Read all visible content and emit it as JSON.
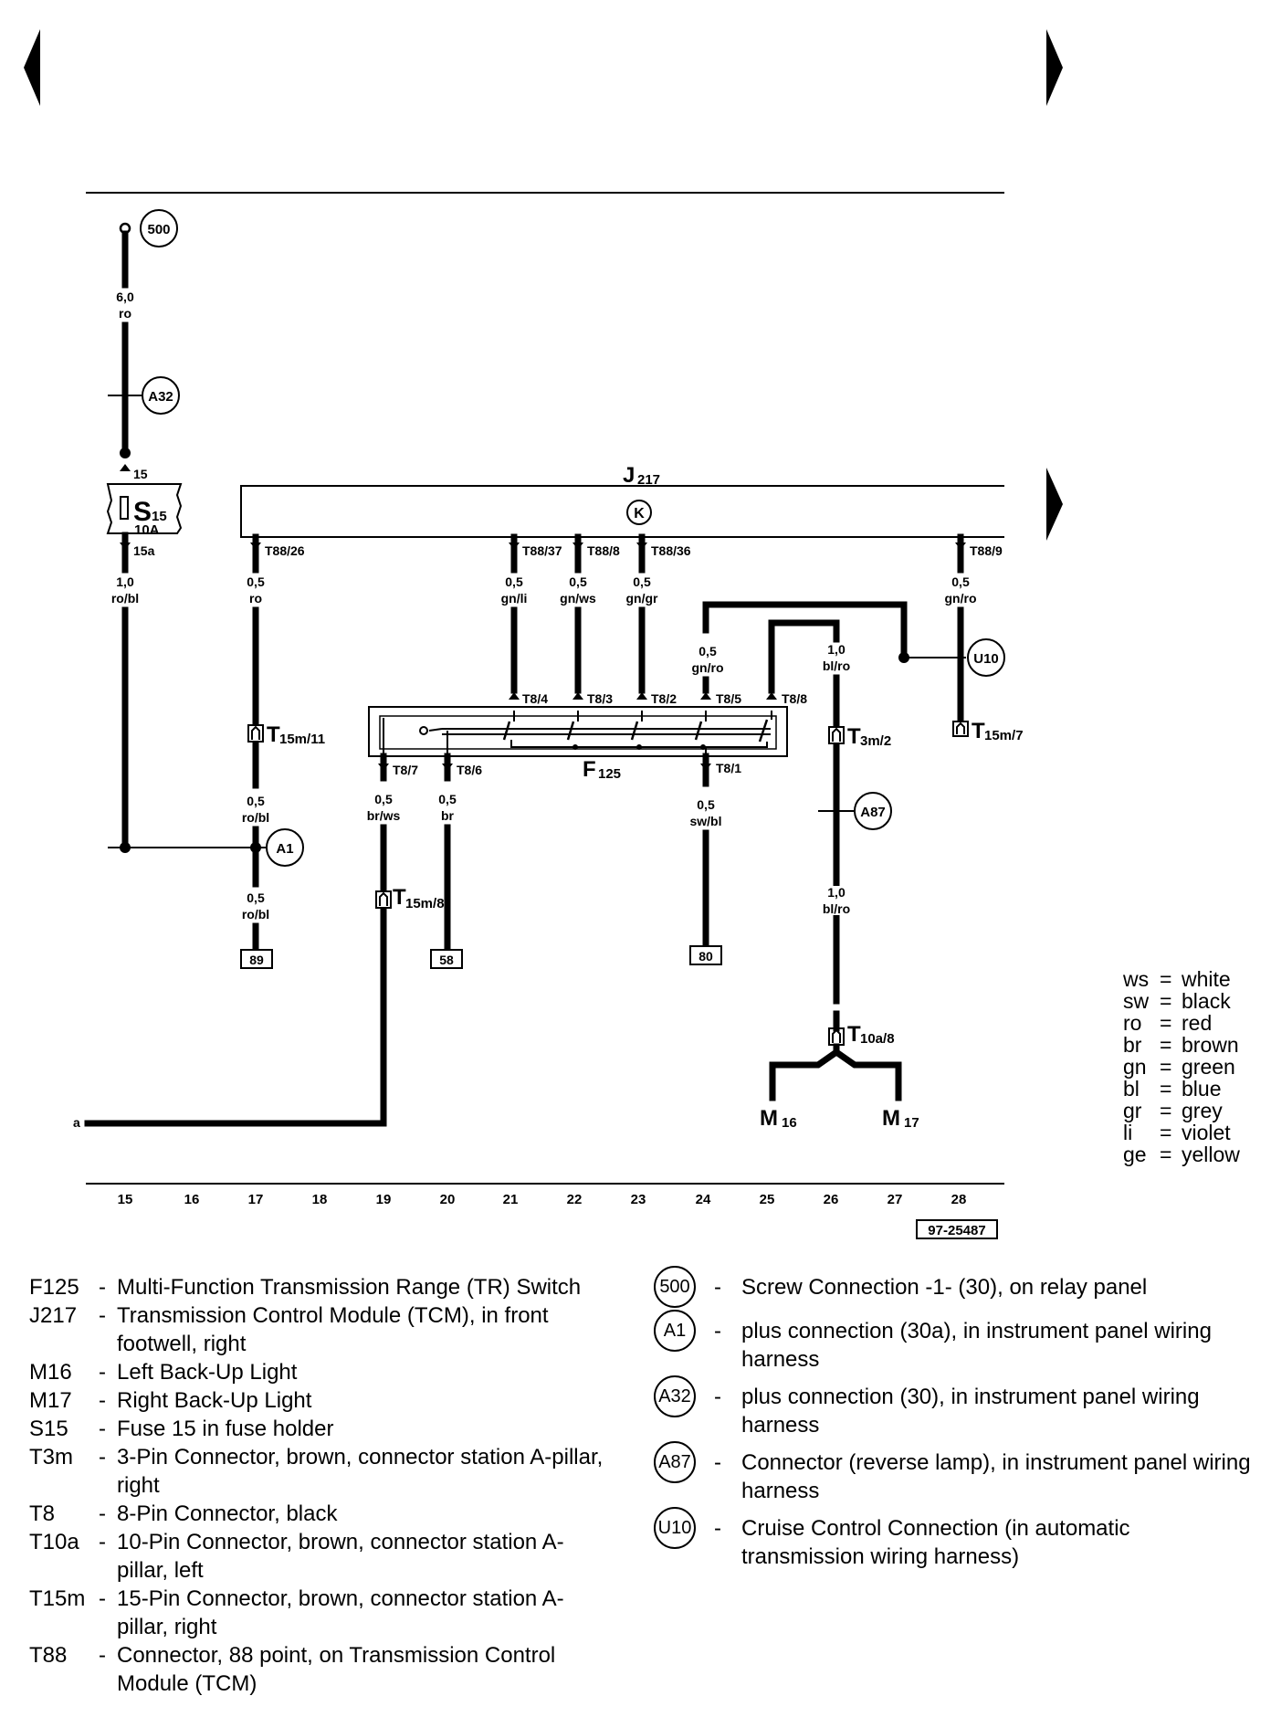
{
  "diagram": {
    "reference_id": "97-25487",
    "wire_end_label": "a",
    "components": {
      "j217_label": "J",
      "j217_sub": "217",
      "j217_symbol": "K",
      "f125_label": "F",
      "f125_sub": "125",
      "s15_label": "S",
      "s15_sub": "15",
      "s15_rating": "10A",
      "s15_pin_in": "15",
      "s15_pin_out": "15a",
      "m16_label": "M",
      "m16_sub": "16",
      "m17_label": "M",
      "m17_sub": "17"
    },
    "connection_points": {
      "p500": "500",
      "a32": "A32",
      "a1": "A1",
      "a87": "A87",
      "u10": "U10"
    },
    "connectors": {
      "t15m11": {
        "main": "T",
        "sub": "15m/11"
      },
      "t15m8": {
        "main": "T",
        "sub": "15m/8"
      },
      "t15m7": {
        "main": "T",
        "sub": "15m/7"
      },
      "t3m2": {
        "main": "T",
        "sub": "3m/2"
      },
      "t10a8": {
        "main": "T",
        "sub": "10a/8"
      }
    },
    "pins": {
      "t88_26": "T88/26",
      "t88_37": "T88/37",
      "t88_8": "T88/8",
      "t88_36": "T88/36",
      "t88_9": "T88/9",
      "t8_4": "T8/4",
      "t8_3": "T8/3",
      "t8_2": "T8/2",
      "t8_5": "T8/5",
      "t8_8": "T8/8",
      "t8_7": "T8/7",
      "t8_6": "T8/6",
      "t8_1": "T8/1"
    },
    "wires": {
      "w500": {
        "size": "6,0",
        "color": "ro"
      },
      "ws15": {
        "size": "1,0",
        "color": "ro/bl"
      },
      "w17a": {
        "size": "0,5",
        "color": "ro"
      },
      "w17b": {
        "size": "0,5",
        "color": "ro/bl"
      },
      "w17c": {
        "size": "0,5",
        "color": "ro/bl"
      },
      "w21": {
        "size": "0,5",
        "color": "gn/li"
      },
      "w22": {
        "size": "0,5",
        "color": "gn/ws"
      },
      "w23": {
        "size": "0,5",
        "color": "gn/gr"
      },
      "w24a": {
        "size": "0,5",
        "color": "gn/ro"
      },
      "w26a": {
        "size": "1,0",
        "color": "bl/ro"
      },
      "w28": {
        "size": "0,5",
        "color": "gn/ro"
      },
      "w19": {
        "size": "0,5",
        "color": "br/ws"
      },
      "w20": {
        "size": "0,5",
        "color": "br"
      },
      "w24b": {
        "size": "0,5",
        "color": "sw/bl"
      },
      "w26b": {
        "size": "1,0",
        "color": "bl/ro"
      }
    },
    "ground_refs": {
      "g89": "89",
      "g58": "58",
      "g80": "80"
    },
    "column_numbers": [
      "15",
      "16",
      "17",
      "18",
      "19",
      "20",
      "21",
      "22",
      "23",
      "24",
      "25",
      "26",
      "27",
      "28"
    ]
  },
  "color_key": [
    {
      "abbr": "ws",
      "name": "white"
    },
    {
      "abbr": "sw",
      "name": "black"
    },
    {
      "abbr": "ro",
      "name": "red"
    },
    {
      "abbr": "br",
      "name": "brown"
    },
    {
      "abbr": "gn",
      "name": "green"
    },
    {
      "abbr": "bl",
      "name": "blue"
    },
    {
      "abbr": "gr",
      "name": "grey"
    },
    {
      "abbr": "li",
      "name": "violet"
    },
    {
      "abbr": "ge",
      "name": "yellow"
    }
  ],
  "legend_left": [
    {
      "code": "F125",
      "desc": "Multi-Function Transmission Range (TR) Switch"
    },
    {
      "code": "J217",
      "desc": "Transmission Control Module (TCM), in front footwell, right"
    },
    {
      "code": "M16",
      "desc": "Left Back-Up Light"
    },
    {
      "code": "M17",
      "desc": "Right Back-Up Light"
    },
    {
      "code": "S15",
      "desc": "Fuse 15 in fuse holder"
    },
    {
      "code": "T3m",
      "desc": "3-Pin Connector, brown, connector station A-pillar, right"
    },
    {
      "code": "T8",
      "desc": "8-Pin Connector, black"
    },
    {
      "code": "T10a",
      "desc": "10-Pin Connector, brown, connector station A-pillar, left"
    },
    {
      "code": "T15m",
      "desc": "15-Pin Connector, brown, connector station A-pillar, right"
    },
    {
      "code": "T88",
      "desc": "Connector, 88 point, on Transmission Control Module (TCM)"
    }
  ],
  "legend_right": [
    {
      "code": "500",
      "desc": "Screw Connection -1- (30), on relay panel"
    },
    {
      "code": "A1",
      "desc": "plus connection (30a), in instrument panel wiring harness"
    },
    {
      "code": "A32",
      "desc": "plus connection (30), in instrument panel wiring harness"
    },
    {
      "code": "A87",
      "desc": "Connector (reverse lamp), in instrument panel wiring harness"
    },
    {
      "code": "U10",
      "desc": "Cruise Control Connection (in automatic transmission wiring harness)"
    }
  ]
}
